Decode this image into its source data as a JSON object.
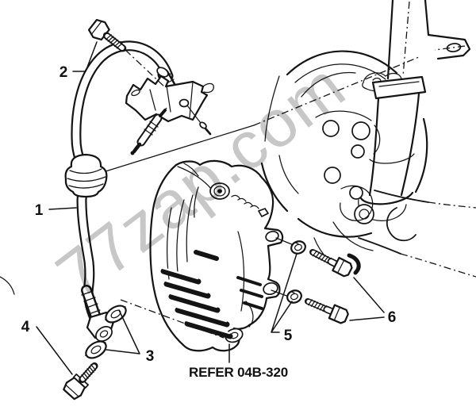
{
  "diagram": {
    "description": "Exploded parts diagram of a front disc brake caliper, brake hose and mounting hardware",
    "reference_note": "REFER 04B-320",
    "watermark": "77zap.com",
    "callouts": [
      {
        "label": "1"
      },
      {
        "label": "2"
      },
      {
        "label": "3"
      },
      {
        "label": "4"
      },
      {
        "label": "5"
      },
      {
        "label": "6"
      }
    ]
  },
  "colors": {
    "line": "#141414",
    "background": "#ffffff",
    "watermark": "#c7c7c7"
  }
}
